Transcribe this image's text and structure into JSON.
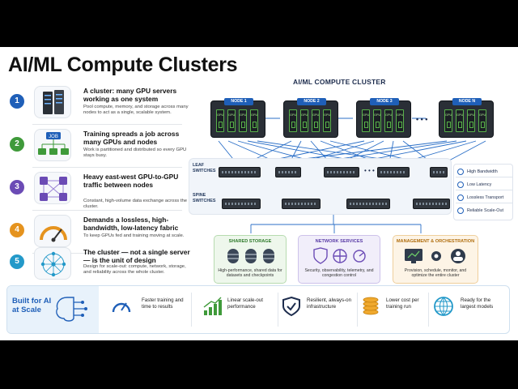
{
  "title": "AI/ML Compute Clusters",
  "list": [
    {
      "num": "1",
      "color": "#1f5fb8",
      "heading": "A cluster: many GPU servers working as one system",
      "body": "Pool compute, memory, and storage across many nodes to act as a single, scalable system."
    },
    {
      "num": "2",
      "color": "#3f9a3a",
      "heading": "Training spreads a job across many GPUs and nodes",
      "body": "Work is partitioned and distributed so every GPU stays busy.",
      "badge": "JOB"
    },
    {
      "num": "3",
      "color": "#6b4bb5",
      "heading": "Heavy east-west GPU-to-GPU traffic between nodes",
      "body": "Constant, high-volume data exchange across the cluster."
    },
    {
      "num": "4",
      "color": "#e5931e",
      "heading": "Demands a lossless, high-bandwidth, low-latency fabric",
      "body": "To keep GPUs fed and training moving at scale."
    },
    {
      "num": "5",
      "color": "#2399c9",
      "heading": "The cluster — not a single server — is the unit of design",
      "body": "Design for scale-out: compute, network, storage, and reliability across the whole cluster."
    }
  ],
  "diagram": {
    "title": "AI/ML COMPUTE CLUSTER",
    "nodes": [
      "NODE 1",
      "NODE 2",
      "NODE 3",
      "NODE N"
    ],
    "gpu_label": "GPU",
    "ellipsis": "• • •",
    "leaf_label": "LEAF SWITCHES",
    "spine_label": "SPINE SWITCHES",
    "switch_ellipsis": "• • •",
    "features": [
      "High Bandwidth",
      "Low Latency",
      "Lossless Transport",
      "Reliable Scale-Out"
    ],
    "services": [
      {
        "title": "SHARED STORAGE",
        "body": "High-performance, shared data for datasets and checkpoints",
        "color": "#3f9a3a",
        "bg": "#eef7ec"
      },
      {
        "title": "NETWORK SERVICES",
        "body": "Security, observability, telemetry, and congestion control",
        "color": "#6b4bb5",
        "bg": "#f1eefa"
      },
      {
        "title": "MANAGEMENT & ORCHESTRATION",
        "body": "Provision, schedule, monitor, and optimize the entire cluster",
        "color": "#c77d12",
        "bg": "#fdf4e6"
      }
    ]
  },
  "bottom": {
    "hero": "Built for AI at Scale",
    "items": [
      {
        "text": "Faster training and time to results",
        "color": "#1f5fb8"
      },
      {
        "text": "Linear scale-out performance",
        "color": "#3f9a3a"
      },
      {
        "text": "Resilient, always-on infrastructure",
        "color": "#1d2c4d"
      },
      {
        "text": "Lower cost per training run",
        "color": "#e5931e"
      },
      {
        "text": "Ready for the largest models",
        "color": "#2399c9"
      }
    ]
  }
}
